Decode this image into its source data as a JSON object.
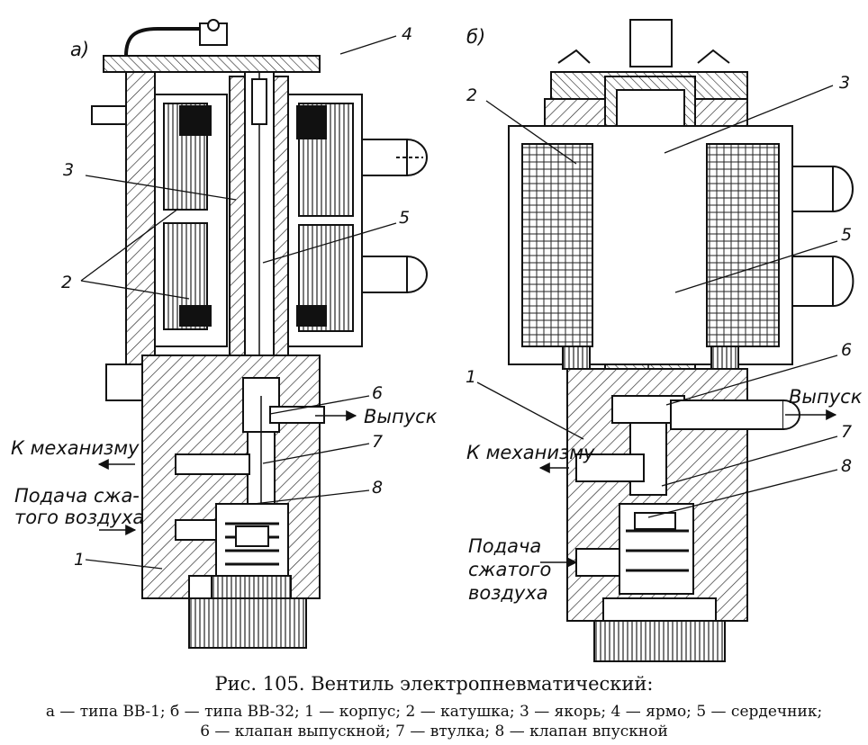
{
  "figure": {
    "panel_a": "а)",
    "panel_b": "б)",
    "a_labels": {
      "n1": "1",
      "n2": "2",
      "n3": "3",
      "n4": "4",
      "n5": "5",
      "n6": "6",
      "n7": "7",
      "n8": "8"
    },
    "b_labels": {
      "n1": "1",
      "n2": "2",
      "n3": "3",
      "n5": "5",
      "n6": "6",
      "n7": "7",
      "n8": "8"
    },
    "a_text": {
      "vypusk": "Выпуск",
      "k_mekhanizmu": "К механизму",
      "podacha_1": "Подача сжа-",
      "podacha_2": "того воздуха"
    },
    "b_text": {
      "vypusk": "Выпуск",
      "k_mekhanizmu": "К механизму",
      "podacha_1": "Подача",
      "podacha_2": "сжатого",
      "podacha_3": "воздуха"
    }
  },
  "caption": {
    "title": "Рис. 105. Вентиль электропневматический:",
    "line1": "а — типа ВВ-1; б — типа ВВ-32; 1 — корпус; 2 — катушка; 3 — якорь; 4 — ярмо; 5 — сердечник;",
    "line2": "6 — клапан выпускной; 7 — втулка; 8 — клапан впускной"
  }
}
